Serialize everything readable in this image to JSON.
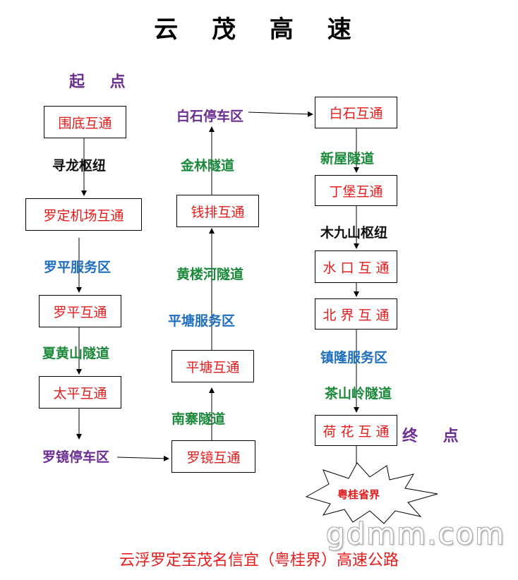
{
  "title": "云 茂 高 速",
  "start_label": "起 点",
  "end_label": "终 点",
  "column1": {
    "nodes": [
      "围底互通",
      "罗定机场互通",
      "罗平互通",
      "太平互通"
    ],
    "labels": [
      "寻龙枢纽",
      "罗平服务区",
      "夏黄山隧道",
      "罗镜停车区"
    ]
  },
  "column2": {
    "nodes": [
      "罗镜互通",
      "平塘互通",
      "钱排互通"
    ],
    "labels": [
      "南寨隧道",
      "平塘服务区",
      "黄楼河隧道",
      "金林隧道",
      "白石停车区"
    ]
  },
  "column3": {
    "nodes": [
      "白石互通",
      "丁堡互通",
      "水 口 互 通",
      "北 界 互 通",
      "荷 花 互 通"
    ],
    "labels": [
      "新屋隧道",
      "木九山枢纽",
      "镇隆服务区",
      "茶山岭隧道"
    ]
  },
  "border_label": "粤桂省界",
  "watermark": "gdmm.com",
  "footer": "云浮罗定至茂名信宜（粤桂界）高速公路",
  "colors": {
    "node_text": "#e31b1b",
    "tunnel": "#1a8a3a",
    "service_area": "#1f6fc0",
    "rest_area": "#6b2d91",
    "hub": "#111111"
  }
}
